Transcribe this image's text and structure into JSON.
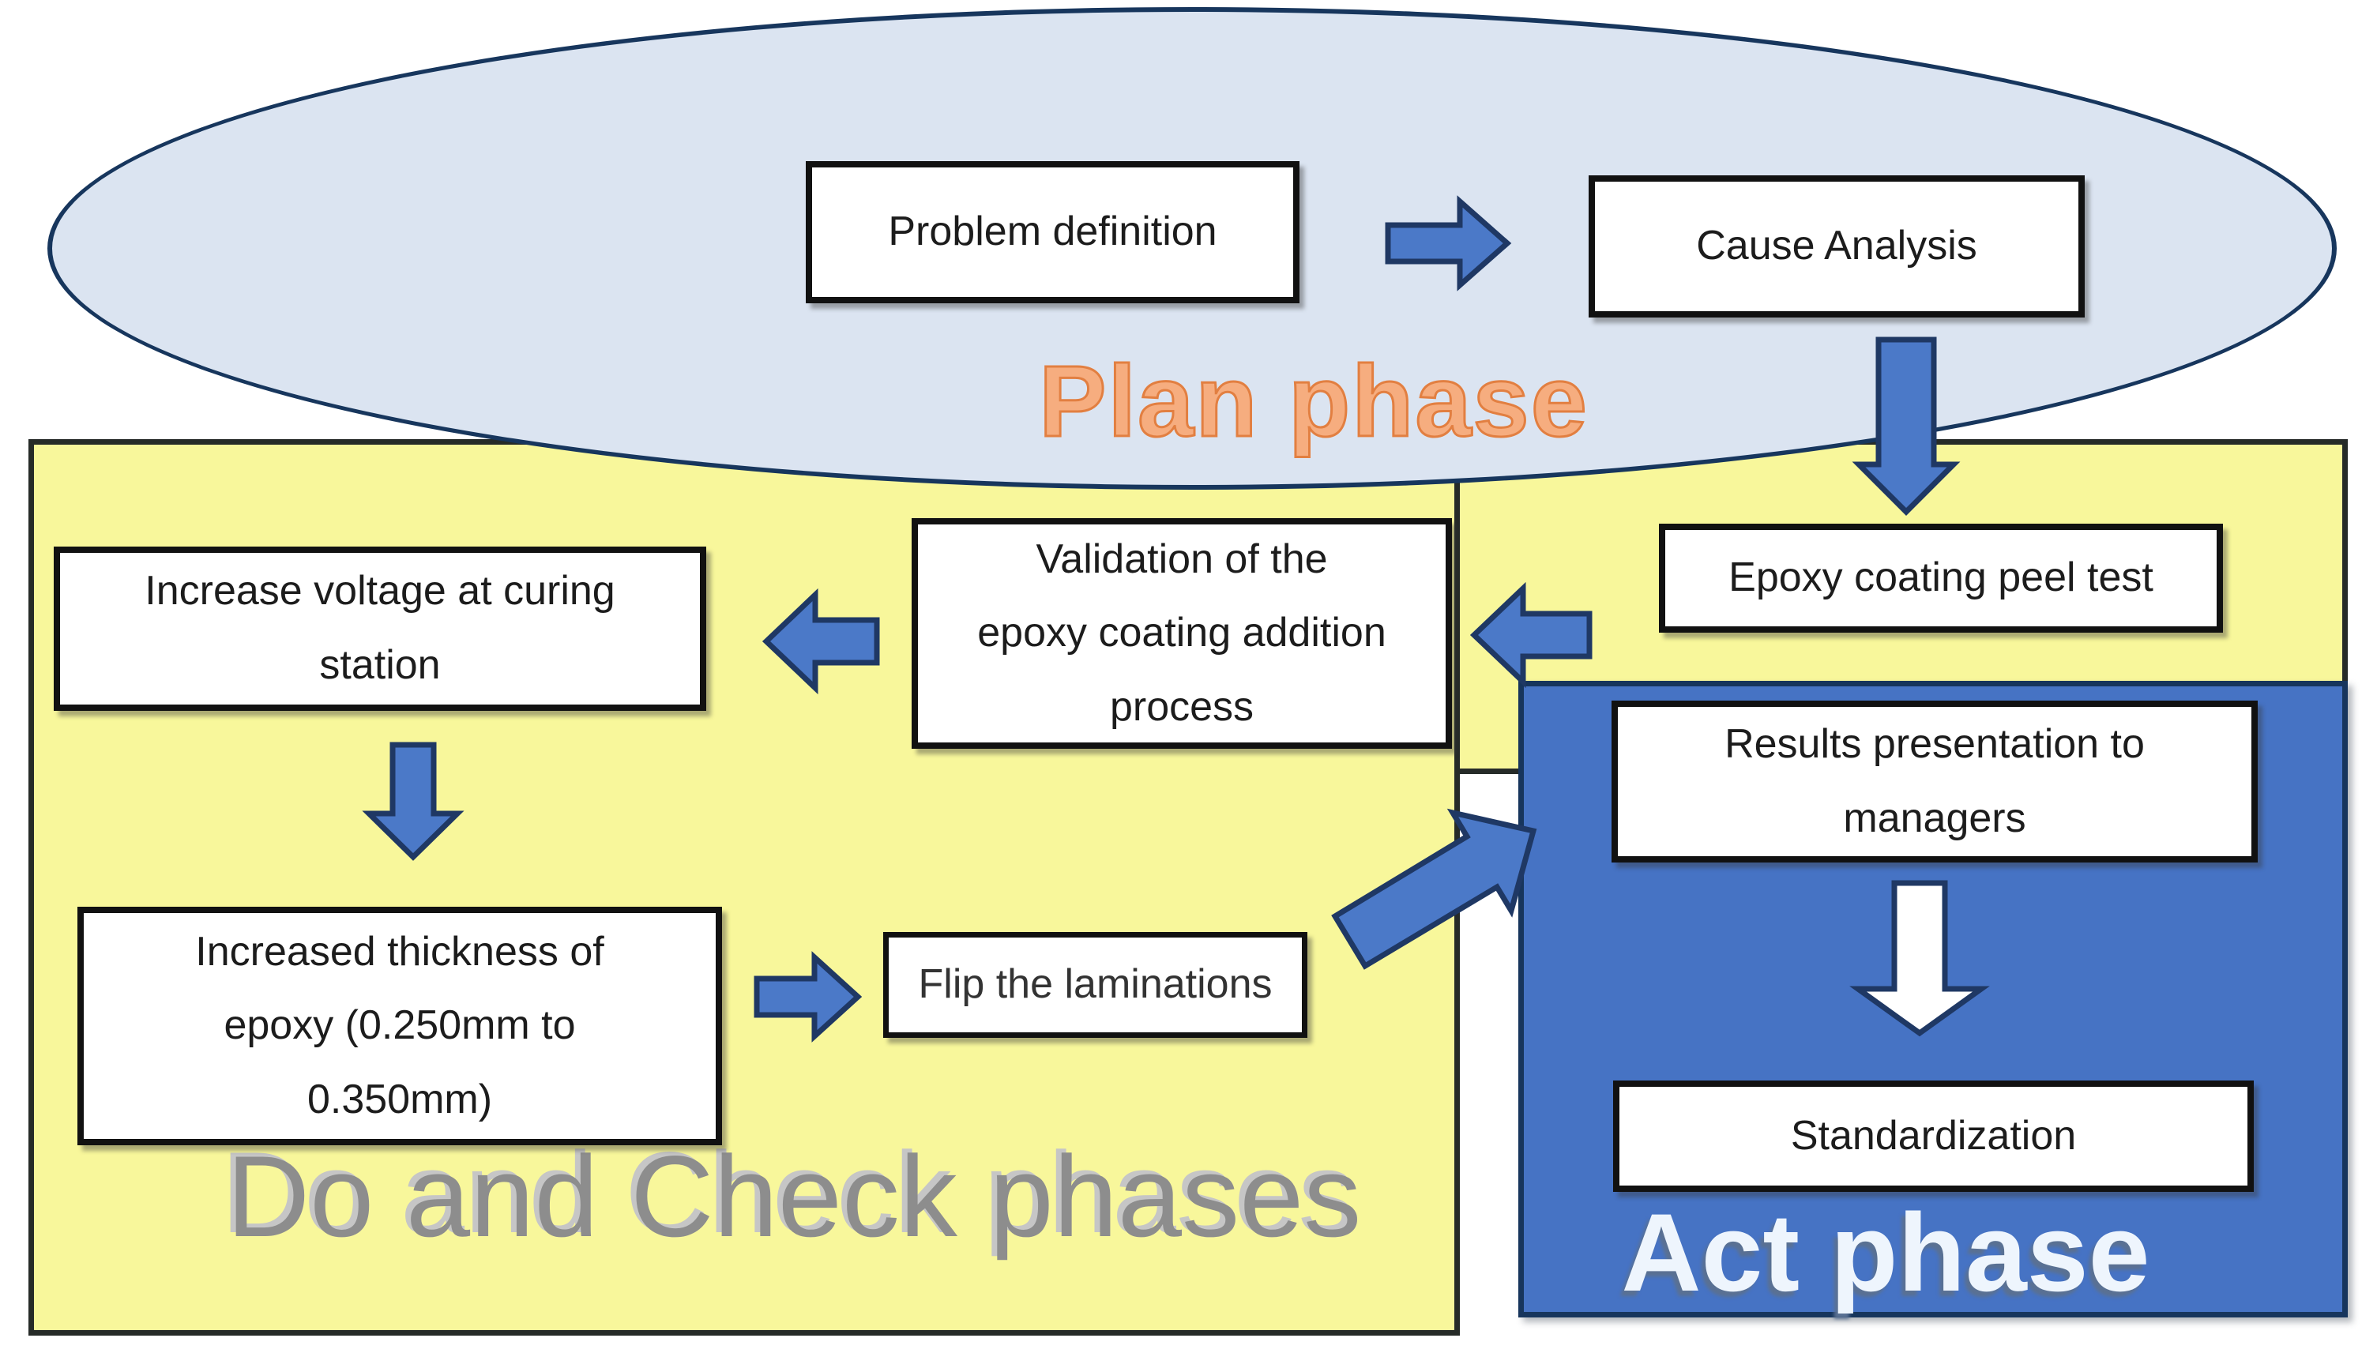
{
  "phases": {
    "plan": {
      "label": "Plan phase"
    },
    "do_check": {
      "label": "Do and Check phases"
    },
    "act": {
      "label": "Act phase"
    }
  },
  "boxes": {
    "problem_definition": {
      "label": "Problem definition"
    },
    "cause_analysis": {
      "label": "Cause Analysis"
    },
    "epoxy_peel_test": {
      "label": "Epoxy coating peel test"
    },
    "validation": {
      "label": "Validation of the\nepoxy coating addition\nprocess"
    },
    "increase_voltage": {
      "label": "Increase voltage at curing\nstation"
    },
    "increased_thickness": {
      "label": "Increased thickness of\nepoxy (0.250mm to\n0.350mm)"
    },
    "flip_laminations": {
      "label": "Flip the laminations"
    },
    "results_presentation": {
      "label": "Results presentation to\nmanagers"
    },
    "standardization": {
      "label": "Standardization"
    }
  },
  "colors": {
    "ellipse_fill": "#dbe4f1",
    "ellipse_border": "#17365d",
    "yellow_fill": "#f8f79b",
    "yellow_border": "#262b28",
    "blue_fill": "#4673c4",
    "blue_border": "#17355c",
    "arrow_fill": "#4b79c8",
    "arrow_stroke": "#1f3864",
    "white_arrow_fill": "#ffffff",
    "box_fill": "#ffffff",
    "box_border": "#111111",
    "box_text": "#1c1c1c",
    "plan_text": "#f6ad7f",
    "plan_text_outline": "#e27f41",
    "do_check_text": "#8d8d8d",
    "do_check_shadow": "#c6c6c6",
    "act_text": "#eef5fd",
    "act_shadow": "#5a7193"
  }
}
